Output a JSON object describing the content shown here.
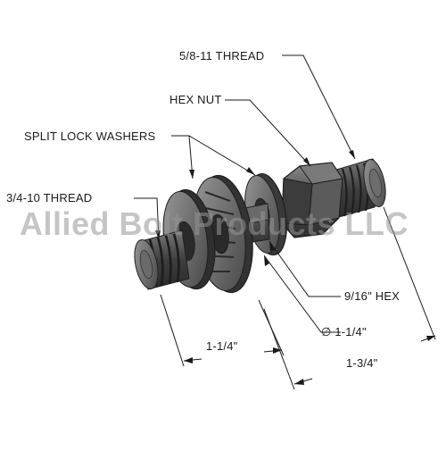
{
  "labels": {
    "thread_top": "5/8-11 THREAD",
    "hex_nut": "HEX NUT",
    "split_lock_washers": "SPLIT LOCK WASHERS",
    "thread_left": "3/4-10 THREAD",
    "hex_size": "9/16\" HEX",
    "diameter": "1-1/4\"",
    "dim_short": "1-1/4\"",
    "dim_long": "1-3/4\""
  },
  "diameter_symbol": "∅",
  "watermark": "Allied Bolt Products LLC",
  "colors": {
    "metal_dark": "#3a3a3a",
    "metal_mid": "#5a5a5a",
    "metal_light": "#8a8a8a",
    "line": "#1a1a1a",
    "watermark": "#999999"
  }
}
